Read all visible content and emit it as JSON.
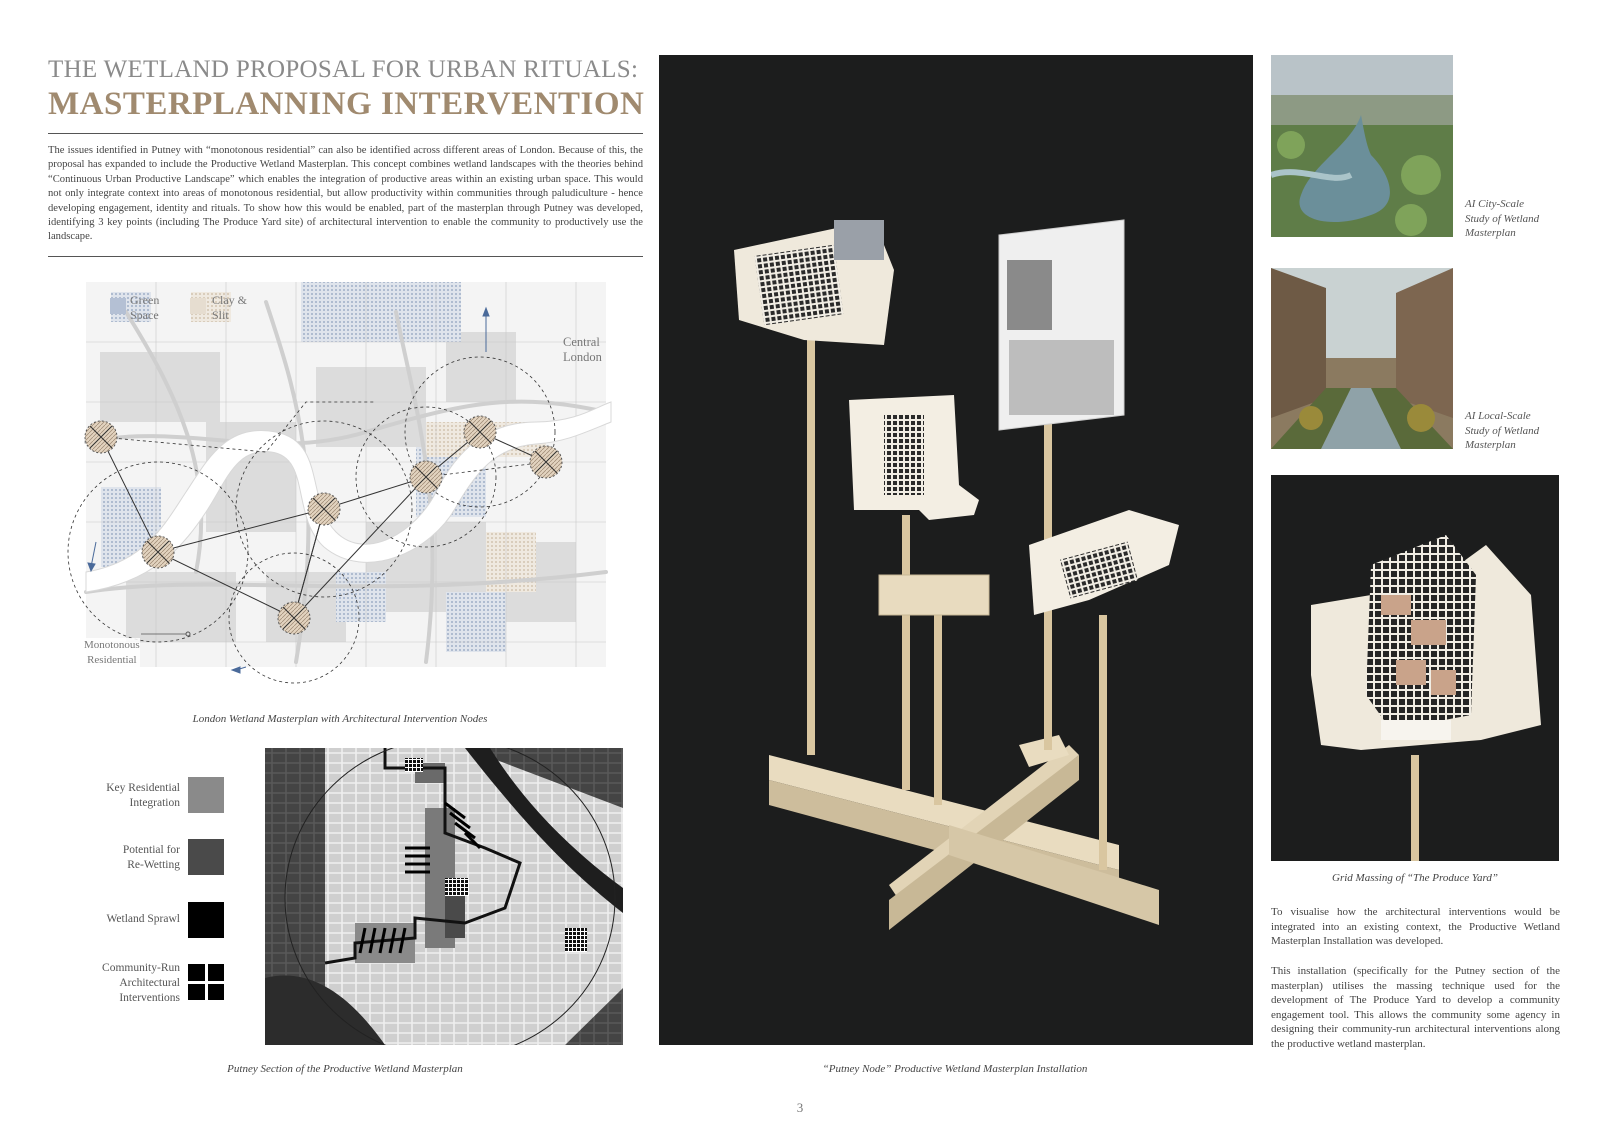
{
  "header": {
    "title_line1": "THE WETLAND PROPOSAL FOR URBAN RITUALS:",
    "title_line2": "MASTERPLANNING INTERVENTION"
  },
  "intro_text": "The issues identified in Putney with “monotonous residential” can also be identified across different areas of London. Because of this, the proposal has expanded to include the Productive Wetland Masterplan. This concept combines wetland landscapes with the theories behind “Continuous Urban Productive Landscape” which enables the integration of productive areas within an existing urban space. This would not only integrate context into areas of monotonous residential, but allow productivity within communities through paludiculture - hence developing engagement, identity and rituals. To show how this would be enabled, part of the masterplan through Putney was developed, identifying 3 key points (including The Produce Yard site) of architectural intervention to enable the community to productively use the landscape.",
  "masterplan_map": {
    "legend": [
      {
        "label_1": "Green",
        "label_2": "Space",
        "color": "#9fb0c8"
      },
      {
        "label_1": "Clay &",
        "label_2": "Slit",
        "color": "#ddd2c2"
      }
    ],
    "central_label_1": "Central",
    "central_label_2": "London",
    "monotonous_label_1": "Monotonous",
    "monotonous_label_2": "Residential",
    "caption": "London Wetland Masterplan with Architectural Intervention Nodes"
  },
  "putney_section": {
    "legend": [
      {
        "label_1": "Key Residential",
        "label_2": "Integration",
        "label_3": "",
        "color": "#8a8a8a",
        "pattern": "solid"
      },
      {
        "label_1": "Potential for",
        "label_2": "Re-Wetting",
        "label_3": "",
        "color": "#4a4a4a",
        "pattern": "solid"
      },
      {
        "label_1": "Wetland Sprawl",
        "label_2": "",
        "label_3": "",
        "color": "#000000",
        "pattern": "solid"
      },
      {
        "label_1": "Community-Run",
        "label_2": "Architectural",
        "label_3": "Interventions",
        "color": "#000000",
        "pattern": "grid"
      }
    ],
    "caption": "Putney Section of the Productive Wetland Masterplan"
  },
  "installation": {
    "caption": "“Putney Node” Productive Wetland Masterplan Installation",
    "background": "#1c1d1d"
  },
  "side_images": [
    {
      "caption_1": "AI City-Scale",
      "caption_2": "Study of Wetland",
      "caption_3": "Masterplan"
    },
    {
      "caption_1": "AI Local-Scale",
      "caption_2": "Study of Wetland",
      "caption_3": "Masterplan"
    }
  ],
  "grid_massing": {
    "caption": "Grid Massing of  “The Produce Yard”"
  },
  "right_text_1": "To visualise how the architectural interventions would be integrated into an existing context, the Productive Wetland Masterplan Installation was developed.",
  "right_text_2": "This installation (specifically for the Putney section of the masterplan) utilises the massing technique used for the development of The Produce Yard to develop a community engagement tool. This allows the community some agency in designing their community-run architectural interventions along the productive wetland masterplan.",
  "page_number": "3"
}
